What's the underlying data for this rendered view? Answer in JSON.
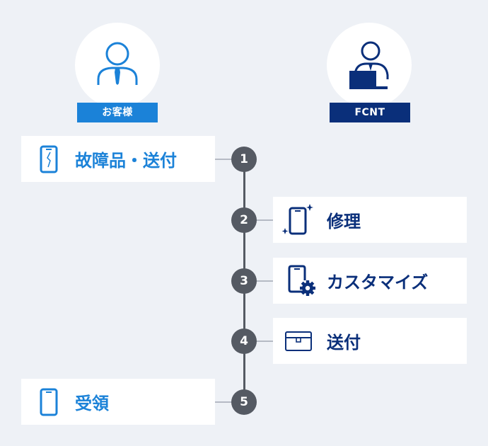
{
  "actors": {
    "customer": {
      "label": "お客様",
      "color": "#1b82d8",
      "icon": "customer-person-icon"
    },
    "company": {
      "label": "FCNT",
      "color": "#0a2f7a",
      "icon": "staff-laptop-icon"
    }
  },
  "steps": [
    {
      "number": "1",
      "label": "故障品・送付",
      "side": "customer",
      "icon": "broken-phone-icon"
    },
    {
      "number": "2",
      "label": "修理",
      "side": "company",
      "icon": "repaired-phone-sparkle-icon"
    },
    {
      "number": "3",
      "label": "カスタマイズ",
      "side": "company",
      "icon": "phone-gear-icon"
    },
    {
      "number": "4",
      "label": "送付",
      "side": "company",
      "icon": "box-icon"
    },
    {
      "number": "5",
      "label": "受領",
      "side": "customer",
      "icon": "phone-icon"
    }
  ],
  "colors": {
    "customer_accent": "#1b82d8",
    "company_accent": "#0a2f7a",
    "timeline": "#555a63",
    "background": "#eef1f6"
  }
}
